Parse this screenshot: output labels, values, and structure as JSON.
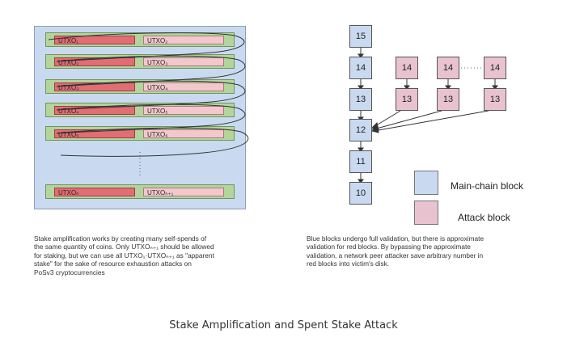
{
  "left_panel": {
    "rows": [
      {
        "left": "UTXO₁",
        "right": "UTXO₂"
      },
      {
        "left": "UTXO₂",
        "right": "UTXO₃"
      },
      {
        "left": "UTXO₃",
        "right": "UTXO₄"
      },
      {
        "left": "UTXO₄",
        "right": "UTXO₅"
      },
      {
        "left": "UTXO₅",
        "right": "UTXO₆"
      },
      {
        "left": "UTXOₙ",
        "right": "UTXOₙ₊₁"
      }
    ],
    "caption": "Stake amplification works by creating many self-spends of\nthe same quantity of coins. Only UTXOₙ₊₁ should be allowed\nfor staking, but we can use all UTXO₁·UTXOₙ₊₁ as \"apparent\nstake\" for the sake of resource exhaustion attacks on\nPoSv3 cryptocurrencies"
  },
  "right_panel": {
    "main_chain": [
      "15",
      "14",
      "13",
      "12",
      "11",
      "10"
    ],
    "attack_tops": [
      "14",
      "14",
      "14"
    ],
    "attack_bottoms": [
      "13",
      "13",
      "13"
    ],
    "legend": {
      "main_label": "Main-chain block",
      "attack_label": "Attack block"
    },
    "caption": "Blue blocks undergo full validation, but there is approximate\nvalidation for red blocks. By bypassing the approximate\nvalidation, a network peer attacker save arbitrary number in\nred blocks into victim's disk."
  },
  "figure_caption": "Stake Amplification and Spent Stake Attack",
  "colors": {
    "main_block": "#c9daf0",
    "attack_block": "#e8c3cf",
    "utxo_spent": "#e06e74",
    "utxo_new": "#f2c8cd",
    "row_bg": "#b4d49c"
  }
}
